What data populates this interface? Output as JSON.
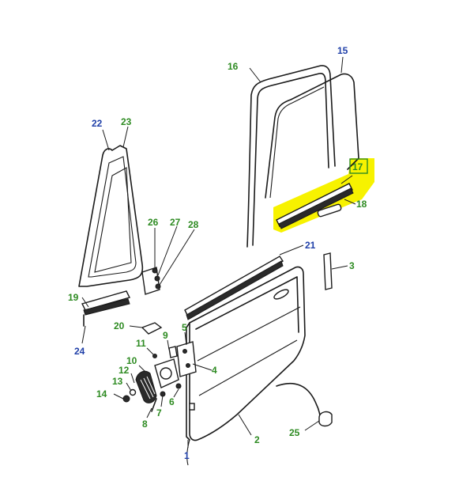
{
  "colors": {
    "green": "#2e8b22",
    "blue": "#1f3fa8",
    "highlight": "#f7f200"
  },
  "callouts": {
    "c1": {
      "text": "1",
      "color": "blue"
    },
    "c2": {
      "text": "2",
      "color": "green"
    },
    "c3": {
      "text": "3",
      "color": "green"
    },
    "c4": {
      "text": "4",
      "color": "green"
    },
    "c5": {
      "text": "5",
      "color": "green"
    },
    "c6": {
      "text": "6",
      "color": "green"
    },
    "c7": {
      "text": "7",
      "color": "green"
    },
    "c8": {
      "text": "8",
      "color": "green"
    },
    "c9": {
      "text": "9",
      "color": "green"
    },
    "c10": {
      "text": "10",
      "color": "green"
    },
    "c11": {
      "text": "11",
      "color": "green"
    },
    "c12": {
      "text": "12",
      "color": "green"
    },
    "c13": {
      "text": "13",
      "color": "green"
    },
    "c14": {
      "text": "14",
      "color": "green"
    },
    "c15": {
      "text": "15",
      "color": "blue"
    },
    "c16": {
      "text": "16",
      "color": "green"
    },
    "c17": {
      "text": "17",
      "color": "green"
    },
    "c18": {
      "text": "18",
      "color": "green"
    },
    "c19": {
      "text": "19",
      "color": "green"
    },
    "c20": {
      "text": "20",
      "color": "green"
    },
    "c21": {
      "text": "21",
      "color": "blue"
    },
    "c22": {
      "text": "22",
      "color": "blue"
    },
    "c23": {
      "text": "23",
      "color": "green"
    },
    "c24": {
      "text": "24",
      "color": "blue"
    },
    "c25": {
      "text": "25",
      "color": "green"
    },
    "c26": {
      "text": "26",
      "color": "green"
    },
    "c27": {
      "text": "27",
      "color": "green"
    },
    "c28": {
      "text": "28",
      "color": "green"
    }
  },
  "highlighted_part": "17"
}
